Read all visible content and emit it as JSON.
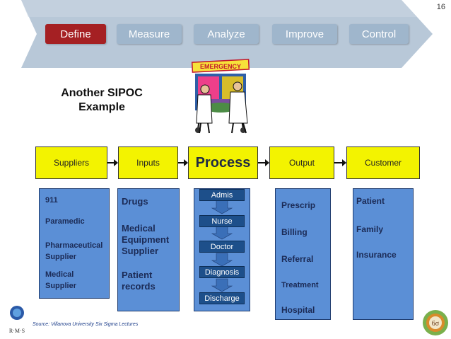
{
  "slide_number": "16",
  "stages": [
    "Define",
    "Measure",
    "Analyze",
    "Improve",
    "Control"
  ],
  "emergency_sign": "EMERGENCY",
  "title_line1": "Another SIPOC",
  "title_line2": "Example",
  "headers": {
    "suppliers": "Suppliers",
    "inputs": "Inputs",
    "process": "Process",
    "output": "Output",
    "customer": "Customer"
  },
  "suppliers": [
    "911",
    "Paramedic",
    "Pharmaceutical Supplier",
    "Medical Supplier"
  ],
  "inputs": [
    "Drugs",
    "Medical Equipment Supplier",
    "Patient records"
  ],
  "process_steps": [
    "Admis",
    "Nurse",
    "Doctor",
    "Diagnosis",
    "Discharge"
  ],
  "outputs": [
    "Prescrip",
    "Billing",
    "Referral",
    "Treatment",
    "Hospital"
  ],
  "customers": [
    "Patient",
    "Family",
    "Insurance"
  ],
  "logo_text": "R·M·S",
  "badge_text": "6σ",
  "source": "Source: Villanova University Six Sigma Lectures",
  "colors": {
    "define": "#a52023",
    "stage": "#9fb6cc",
    "header_box": "#f3f300",
    "content_box": "#5b8fd6",
    "process_step": "#1d4f8a",
    "arrow_band": "#b8c8d8"
  }
}
